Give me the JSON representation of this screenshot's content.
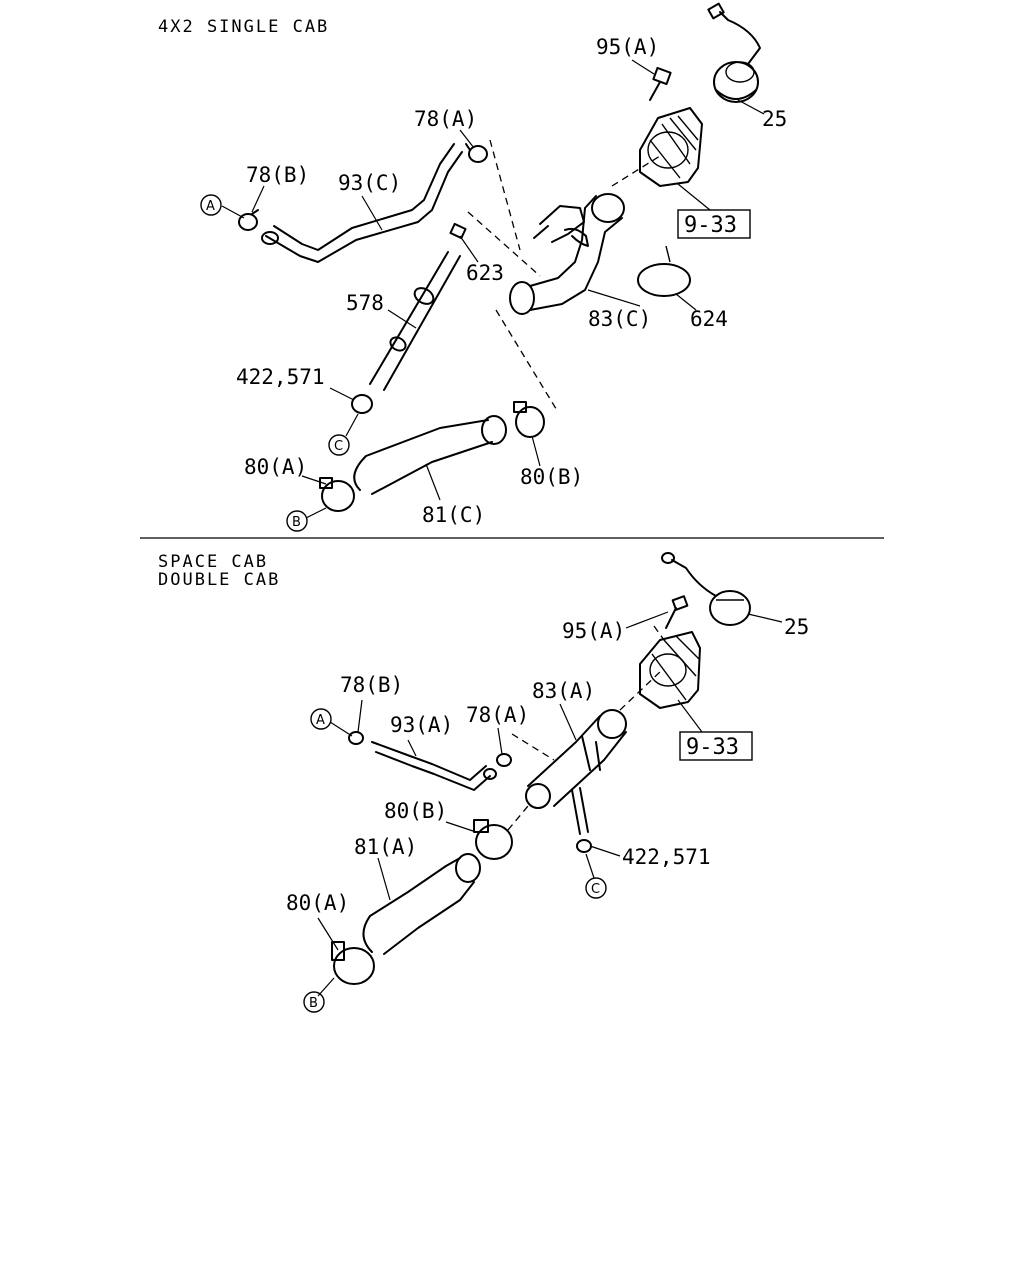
{
  "sections": {
    "single": {
      "heading": "4X2 SINGLE CAB"
    },
    "space": {
      "heading_1": "SPACE CAB",
      "heading_2": "DOUBLE CAB"
    }
  },
  "labels": {
    "s1_95a": "95(A)",
    "s1_25": "25",
    "s1_78a": "78(A)",
    "s1_78b": "78(B)",
    "s1_93c": "93(C)",
    "s1_623": "623",
    "s1_578": "578",
    "s1_83c": "83(C)",
    "s1_624": "624",
    "s1_422": "422,571",
    "s1_80a": "80(A)",
    "s1_80b": "80(B)",
    "s1_81c": "81(C)",
    "s2_95a": "95(A)",
    "s2_25": "25",
    "s2_78b": "78(B)",
    "s2_93a": "93(A)",
    "s2_78a": "78(A)",
    "s2_83a": "83(A)",
    "s2_80b": "80(B)",
    "s2_81a": "81(A)",
    "s2_422": "422,571",
    "s2_80a": "80(A)"
  },
  "refs": {
    "s1_ref": "9-33",
    "s2_ref": "9-33"
  },
  "markers": {
    "s1_A": "A",
    "s1_B": "B",
    "s1_C": "C",
    "s2_A": "A",
    "s2_B": "B",
    "s2_C": "C"
  }
}
